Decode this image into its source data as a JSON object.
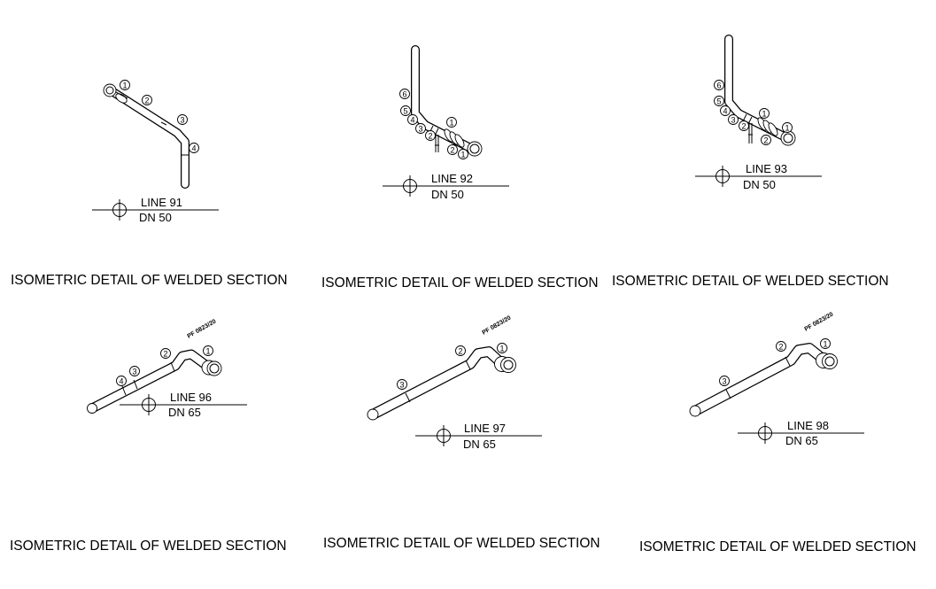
{
  "details": [
    {
      "line": "LINE 91",
      "dn": "DN 50",
      "caption": "ISOMETRIC DETAIL OF WELDED SECTION",
      "bubbles": [
        "1",
        "2",
        "3",
        "4"
      ],
      "tag": ""
    },
    {
      "line": "LINE 92",
      "dn": "DN 50",
      "caption": "ISOMETRIC DETAIL OF WELDED SECTION",
      "bubbles": [
        "6",
        "5",
        "4",
        "3",
        "2",
        "1",
        "2",
        "1"
      ],
      "tag": ""
    },
    {
      "line": "LINE 93",
      "dn": "DN 50",
      "caption": "ISOMETRIC DETAIL OF WELDED SECTION",
      "bubbles": [
        "6",
        "5",
        "4",
        "3",
        "2",
        "1",
        "2",
        "1"
      ],
      "tag": ""
    },
    {
      "line": "LINE 96",
      "dn": "DN 65",
      "caption": "ISOMETRIC DETAIL OF WELDED SECTION",
      "bubbles": [
        "1",
        "2",
        "3",
        "4"
      ],
      "tag": "PF 0823/20"
    },
    {
      "line": "LINE 97",
      "dn": "DN 65",
      "caption": "ISOMETRIC DETAIL OF WELDED SECTION",
      "bubbles": [
        "1",
        "2",
        "3"
      ],
      "tag": "PF 0823/20"
    },
    {
      "line": "LINE 98",
      "dn": "DN 65",
      "caption": "ISOMETRIC DETAIL OF WELDED SECTION",
      "bubbles": [
        "1",
        "2",
        "3"
      ],
      "tag": "PF 0823/20"
    }
  ]
}
